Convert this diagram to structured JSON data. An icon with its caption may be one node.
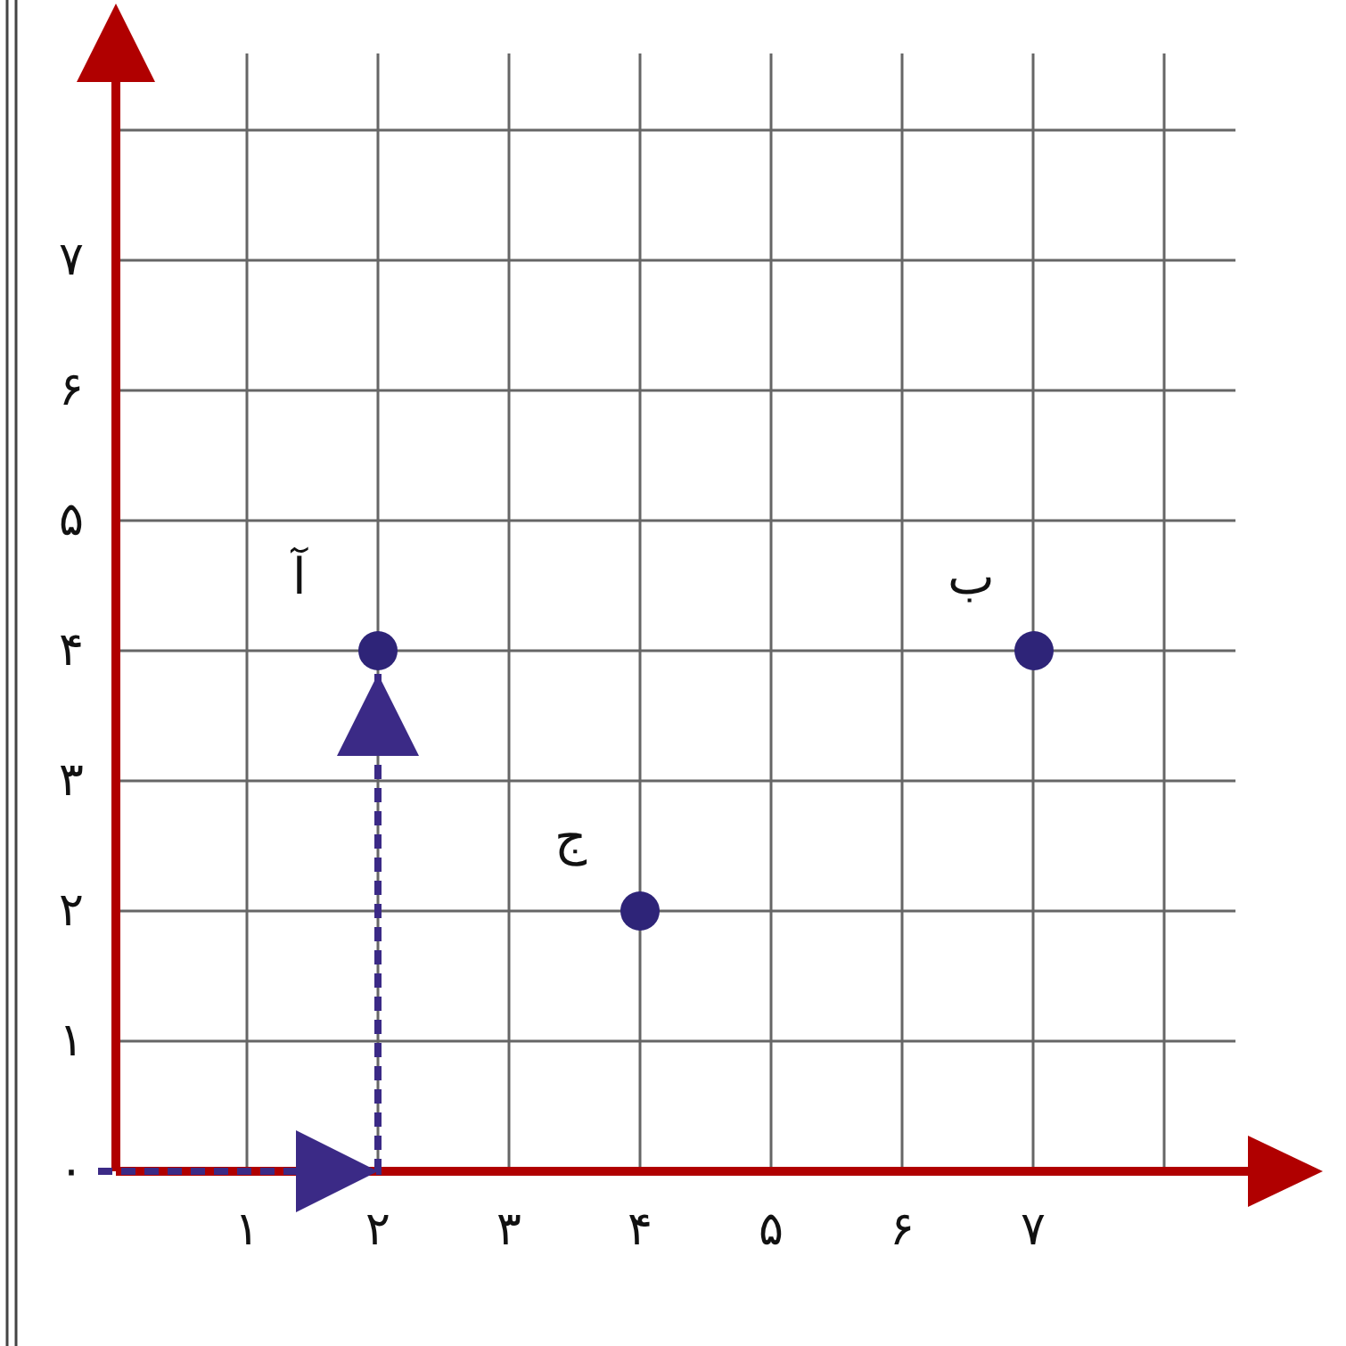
{
  "diagram": {
    "nodes": [
      {
        "text": [],
        "shape": "circle",
        "beside": [
          "آ"
        ]
      },
      {
        "text": [],
        "shape": "circle",
        "beside": [
          "ب"
        ]
      },
      {
        "text": [],
        "shape": "circle",
        "beside": [
          "ج"
        ]
      },
      {
        "text": [
          "۰"
        ]
      }
    ],
    "edges": [
      {
        "from": 3,
        "to": 0,
        "arrow": "to",
        "style": "dashed",
        "color": "#3b2a86"
      }
    ],
    "labels": [
      "۷",
      "۶",
      "۵",
      "۴",
      "۳",
      "۲",
      "۱",
      "۱",
      "۲",
      "۳",
      "۴",
      "۵",
      "۶",
      "۷"
    ]
  }
}
